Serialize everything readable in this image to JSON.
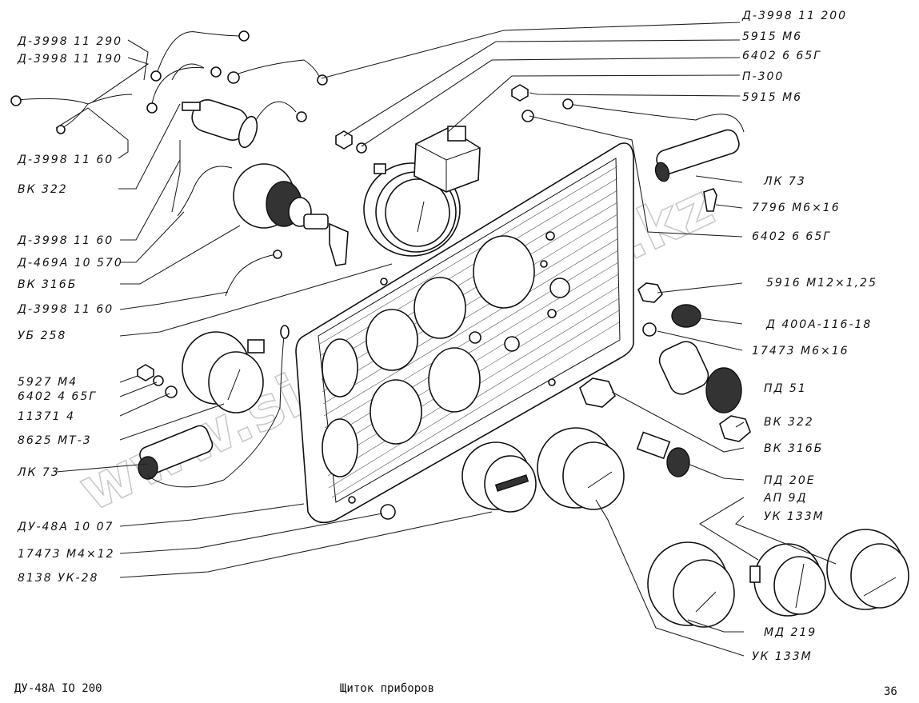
{
  "watermark": "www.sinotruk-too.kz",
  "footer": {
    "left": "ДУ-48А IO 200",
    "center": "Щиток приборов",
    "page": "36"
  },
  "labels": [
    {
      "id": "l1",
      "text": "Д-3998 11 200"
    },
    {
      "id": "l2",
      "text": "5915 М6"
    },
    {
      "id": "l3",
      "text": "6402 6 65Г"
    },
    {
      "id": "l4",
      "text": "П-300"
    },
    {
      "id": "l5",
      "text": "5915 М6"
    },
    {
      "id": "l6",
      "text": "Д-3998 11 290"
    },
    {
      "id": "l7",
      "text": "Д-3998 11 190"
    },
    {
      "id": "l8",
      "text": "Д-3998 11 60"
    },
    {
      "id": "l9",
      "text": "ВК 322"
    },
    {
      "id": "l10",
      "text": "ЛК 73"
    },
    {
      "id": "l11",
      "text": "7796 М6×16"
    },
    {
      "id": "l12",
      "text": "6402 6 65Г"
    },
    {
      "id": "l13",
      "text": "Д-3998 11 60"
    },
    {
      "id": "l14",
      "text": "Д-469А 10 570"
    },
    {
      "id": "l15",
      "text": "ВК 316Б"
    },
    {
      "id": "l16",
      "text": "Д-3998 11 60"
    },
    {
      "id": "l17",
      "text": "УБ 258"
    },
    {
      "id": "l18",
      "text": "5916 М12×1,25"
    },
    {
      "id": "l19",
      "text": "Д 400А-116-18"
    },
    {
      "id": "l20",
      "text": "17473 М6×16"
    },
    {
      "id": "l21",
      "text": "5927 М4"
    },
    {
      "id": "l22",
      "text": "6402 4 65Г"
    },
    {
      "id": "l23",
      "text": "11371 4"
    },
    {
      "id": "l24",
      "text": "ПД 51"
    },
    {
      "id": "l25",
      "text": "8625 МТ-3"
    },
    {
      "id": "l26",
      "text": "ВК 322"
    },
    {
      "id": "l27",
      "text": "ВК 316Б"
    },
    {
      "id": "l28",
      "text": "ЛК 73"
    },
    {
      "id": "l29",
      "text": "ПД 20Е"
    },
    {
      "id": "l30",
      "text": "АП 9Д"
    },
    {
      "id": "l31",
      "text": "УК 133М"
    },
    {
      "id": "l32",
      "text": "ДУ-48А 10 07"
    },
    {
      "id": "l33",
      "text": "17473 М4×12"
    },
    {
      "id": "l34",
      "text": "8138 УК-28"
    },
    {
      "id": "l35",
      "text": "МД 219"
    },
    {
      "id": "l36",
      "text": "УК 133М"
    }
  ]
}
